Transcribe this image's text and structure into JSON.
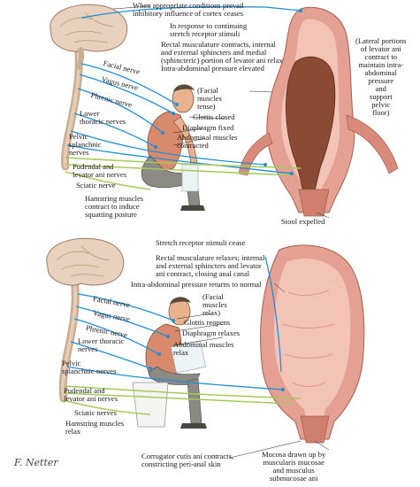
{
  "colors": {
    "nerve": "#1f8fd6",
    "nerve_green": "#a8c85a",
    "brain": "#e9d2bd",
    "brain_edge": "#9a7a63",
    "rectum_outer": "#e4a093",
    "rectum_inner": "#f3c4b6",
    "rectum_dark": "#8a4a33",
    "skin": "#e7b28d",
    "shirt": "#d98a6c",
    "trousers": "#8c8a84",
    "floor_sheet": "#9ab7c4"
  },
  "top_panel": {
    "labels": {
      "cortex": "When appropriate conditions prevail\ninhibitory influence of cortex ceases",
      "stretch": "In response to continuing\nstretch receptor stimuli",
      "rectal_contract": "Rectal musculature contracts, internal\nand external sphincters and medial\n(sphincteric) portion of levator ani relax",
      "pressure_elevated": "Intra-abdominal pressure elevated",
      "lateral_levator": "(Lateral portions\nof levator ani\ncontract to\nmaintain intra-\nabdominal\npressure\nand\nsupport\npelvic\nfloor)",
      "facial_tense": "(Facial\nmuscles\ntense)",
      "glottis_closed": "Glottis closed",
      "diaphragm_fixed": "Diaphragm fixed",
      "abdominal_contracted": "Abdominal muscles\ncontracted",
      "facial_nerve": "Facial nerve",
      "vagus_nerve": "Vagus nerve",
      "phrenic_nerve": "Phrenic nerve",
      "lower_thoracic": "Lower\nthoracic nerves",
      "pelvic_splanchnic": "Pelvic\nsplanchnic\nnerves",
      "pudendal": "Pudendal and\nlevator ani nerves",
      "sciatic": "Sciatic nerve",
      "hamstring": "Hamstring muscles\ncontract to induce\nsquatting posture",
      "stool": "Stool expelled"
    }
  },
  "bottom_panel": {
    "labels": {
      "stretch_cease": "Stretch receptor stimuli cease",
      "rectal_relaxes": "Rectal musculature relaxes; internal\nand external sphincters and levator\nani contract, closing anal canal",
      "pressure_normal": "Intra-abdominal pressure returns to normal",
      "facial_relax": "(Facial\nmuscles\nrelax)",
      "glottis_reopens": "Glottis reopens",
      "diaphragm_relaxes": "Diaphragm relaxes",
      "abdominal_relax": "Abdominal muscles\nrelax",
      "facial_nerve": "Facial nerve",
      "vagus_nerve": "Vagus nerve",
      "phrenic_nerve": "Phrenic nerve",
      "lower_thoracic": "Lower thoracic\nnerves",
      "pelvic_splanchnic": "Pelvic\nsplanchnic nerves",
      "pudendal": "Pudendal and\nlevator ani nerves",
      "sciatic": "Sciatic nerves",
      "hamstring": "Hamstring muscles\nrelax",
      "corrugator": "Corrugator cutis ani contracts,\nconstricting peri-anal skin",
      "mucosa": "Mucosa drawn up by\nmuscularis mucosae\nand musculus\nsubmucosae ani"
    }
  },
  "signature": "F. Netter"
}
